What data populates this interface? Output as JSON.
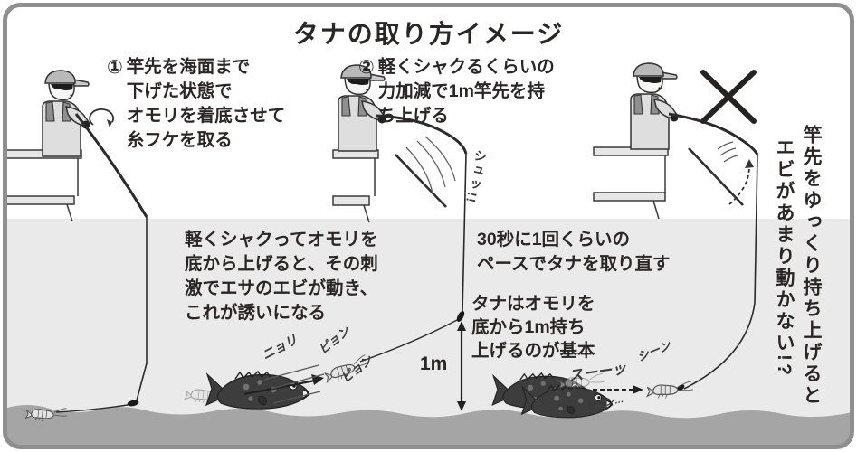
{
  "title": "タナの取り方イメージ",
  "colors": {
    "water": "#eaeaea",
    "seabed": "#a5a5a5",
    "ink": "#2b2523",
    "border": "#8f8f8f"
  },
  "steps": [
    {
      "marker": "①",
      "lines": [
        "竿先を海面まで",
        "下げた状態で",
        "オモリを着底させて",
        "糸フケを取る"
      ]
    },
    {
      "marker": "②",
      "lines": [
        "軽くシャクるくらいの",
        "力加減で1m竿先を持",
        "ち上げる"
      ]
    }
  ],
  "notes": {
    "shake_lure": {
      "lines": [
        "軽くシャクってオモリを",
        "底から上げると、その刺",
        "激でエサのエビが動き、",
        "これが誘いになる"
      ]
    },
    "pace": {
      "lines": [
        "30秒に1回くらいの",
        "ペースでタナを取り直す"
      ]
    },
    "tana_basic": {
      "lines": [
        "タナはオモリを",
        "底から1m持ち",
        "上げるのが基本"
      ]
    },
    "slow_lift_warning": {
      "lines": [
        "竿先をゆっくり持ち上げると",
        "エビがあまり動かない!?"
      ]
    }
  },
  "labels": {
    "one_meter": "1m"
  },
  "sfx": {
    "shu": "シュッ!!",
    "nyori": "ニョリ",
    "pyon_upper": "ピョン",
    "pyon_lower": "ピョン",
    "suuu": "スーーッ",
    "shiin": "シーン",
    "shiin_small": "シーン…"
  }
}
